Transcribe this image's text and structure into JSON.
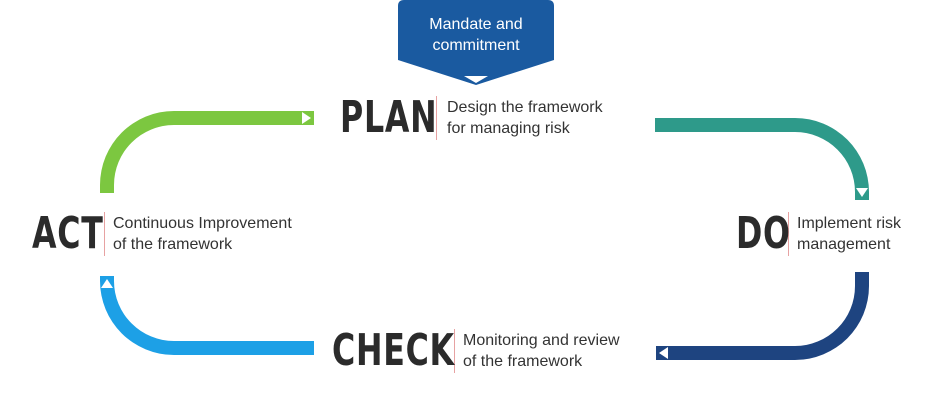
{
  "mandate": {
    "label": "Mandate and\ncommitment"
  },
  "stages": {
    "plan": {
      "title": "PLAN",
      "description": "Design the framework\nfor managing risk"
    },
    "do": {
      "title": "DO",
      "description": "Implement risk\nmanagement"
    },
    "check": {
      "title": "CHECK",
      "description": "Monitoring and review\nof the framework"
    },
    "act": {
      "title": "ACT",
      "description": "Continuous Improvement\nof the framework"
    }
  },
  "colors": {
    "mandate": "#1a5aa0",
    "plan_to_do": "#2e9a8a",
    "do_to_check": "#1e4480",
    "check_to_act": "#1da0e6",
    "act_to_plan": "#7cc740",
    "divider": "#e7a2a2",
    "title_text": "#2b2b2b"
  },
  "icons": {
    "cycle_arrow_heads": "triangle"
  }
}
